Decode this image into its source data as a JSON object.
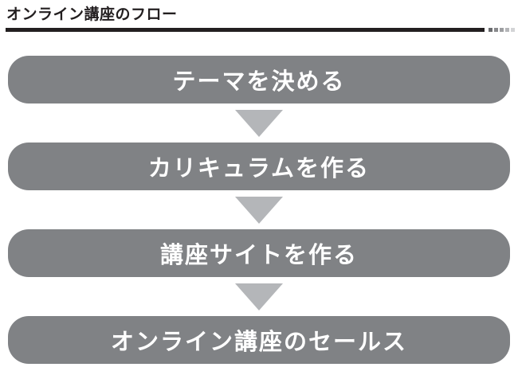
{
  "title": "オンライン講座のフロー",
  "colors": {
    "title_text": "#231f20",
    "rule": "#231f20",
    "box": "#808285",
    "box_text": "#ffffff",
    "arrow": "#b4b6b9"
  },
  "rule_fade": [
    "#6b6c6f",
    "#88898c",
    "#9d9ea1",
    "#b4b5b8",
    "#d3d4d6"
  ],
  "flow": {
    "steps": [
      {
        "label": "テーマを決める"
      },
      {
        "label": "カリキュラムを作る"
      },
      {
        "label": "講座サイトを作る"
      },
      {
        "label": "オンライン講座のセールス"
      }
    ]
  }
}
